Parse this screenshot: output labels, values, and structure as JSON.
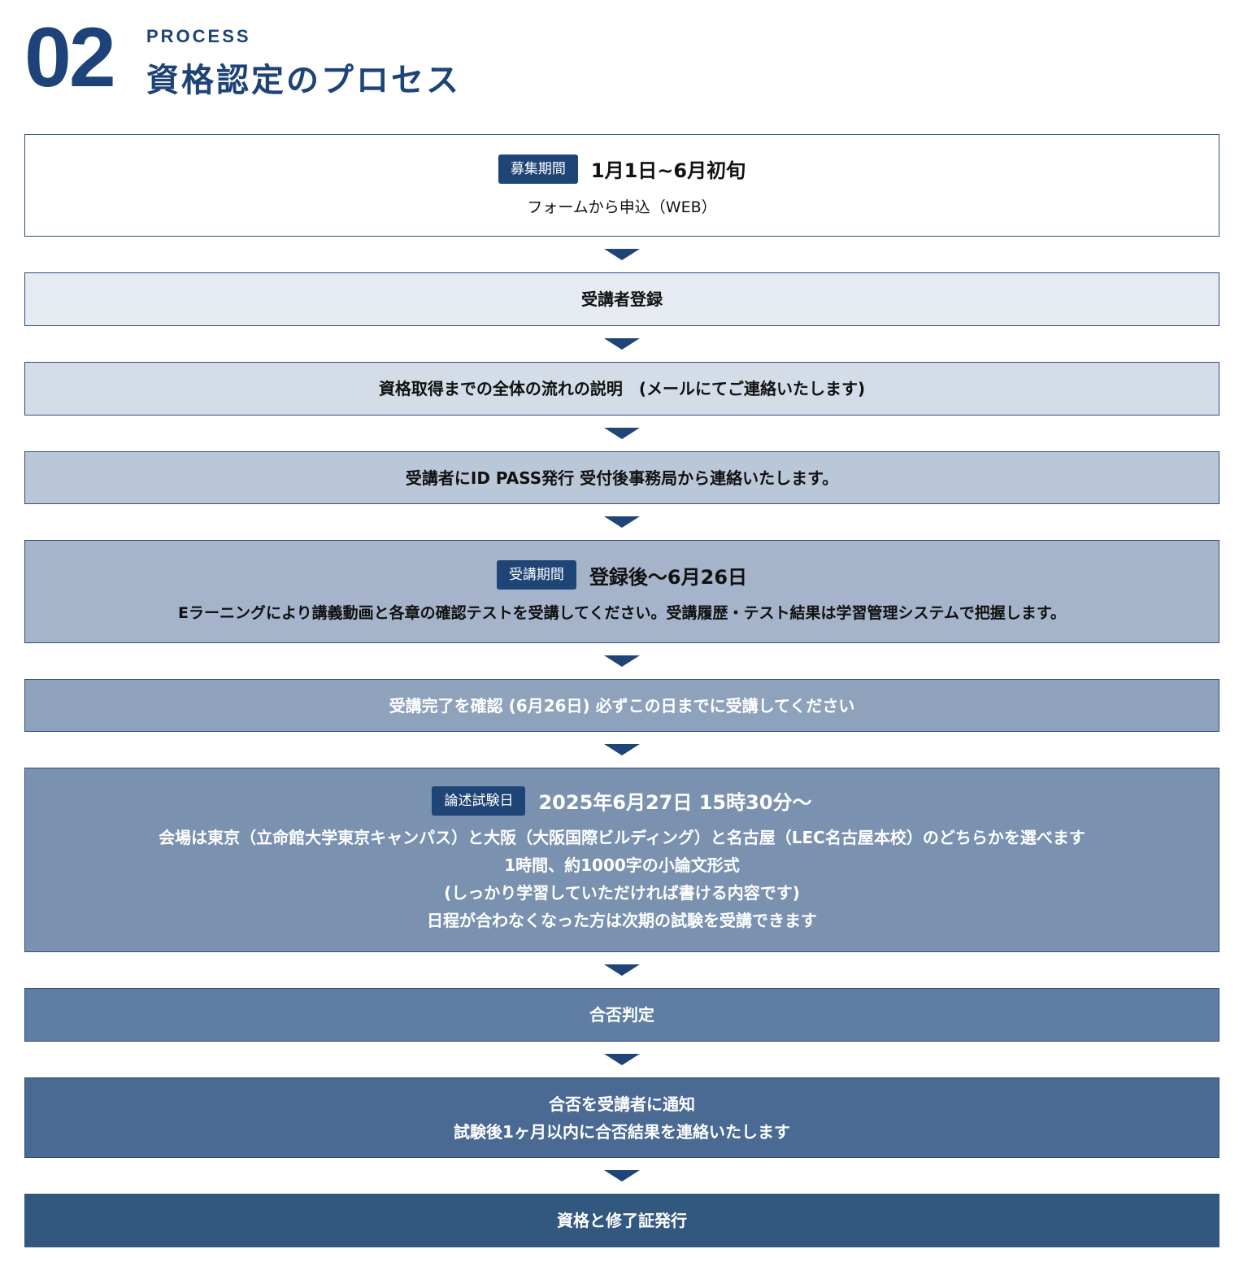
{
  "header": {
    "number": "02",
    "label_en": "PROCESS",
    "title": "資格認定のプロセス"
  },
  "steps": [
    {
      "badge": "募集期間",
      "title": "1月1日~6月初旬",
      "sub": "フォームから申込（WEB）"
    },
    {
      "text": "受講者登録"
    },
    {
      "text": "資格取得までの全体の流れの説明　(メールにてご連絡いたします)"
    },
    {
      "text": "受講者にID PASS発行 受付後事務局から連絡いたします。"
    },
    {
      "badge": "受講期間",
      "title": "登録後〜6月26日",
      "sub": "Eラーニングにより講義動画と各章の確認テストを受講してください。受講履歴・テスト結果は学習管理システムで把握します。"
    },
    {
      "text": "受講完了を確認 (6月26日) 必ずこの日までに受講してください"
    },
    {
      "badge": "論述試験日",
      "title": "2025年6月27日 15時30分〜",
      "lines": [
        "会場は東京（立命館大学東京キャンパス）と大阪（大阪国際ビルディング）と名古屋（LEC名古屋本校）のどちらかを選べます",
        "1時間、約1000字の小論文形式",
        "(しっかり学習していただければ書ける内容です)",
        "日程が合わなくなった方は次期の試験を受講できます"
      ]
    },
    {
      "text": "合否判定"
    },
    {
      "lines": [
        "合否を受講者に通知",
        "試験後1ヶ月以内に合否結果を連絡いたします"
      ]
    },
    {
      "text": "資格と修了証発行"
    }
  ],
  "colors": {
    "accent": "#1e4378",
    "step_backgrounds": [
      "#ffffff",
      "#e6eaf1",
      "#d4dce7",
      "#bac7d8",
      "#a5b4ca",
      "#8ea2bc",
      "#7a91b0",
      "#607ea3",
      "#4a6a93",
      "#33587f"
    ]
  }
}
